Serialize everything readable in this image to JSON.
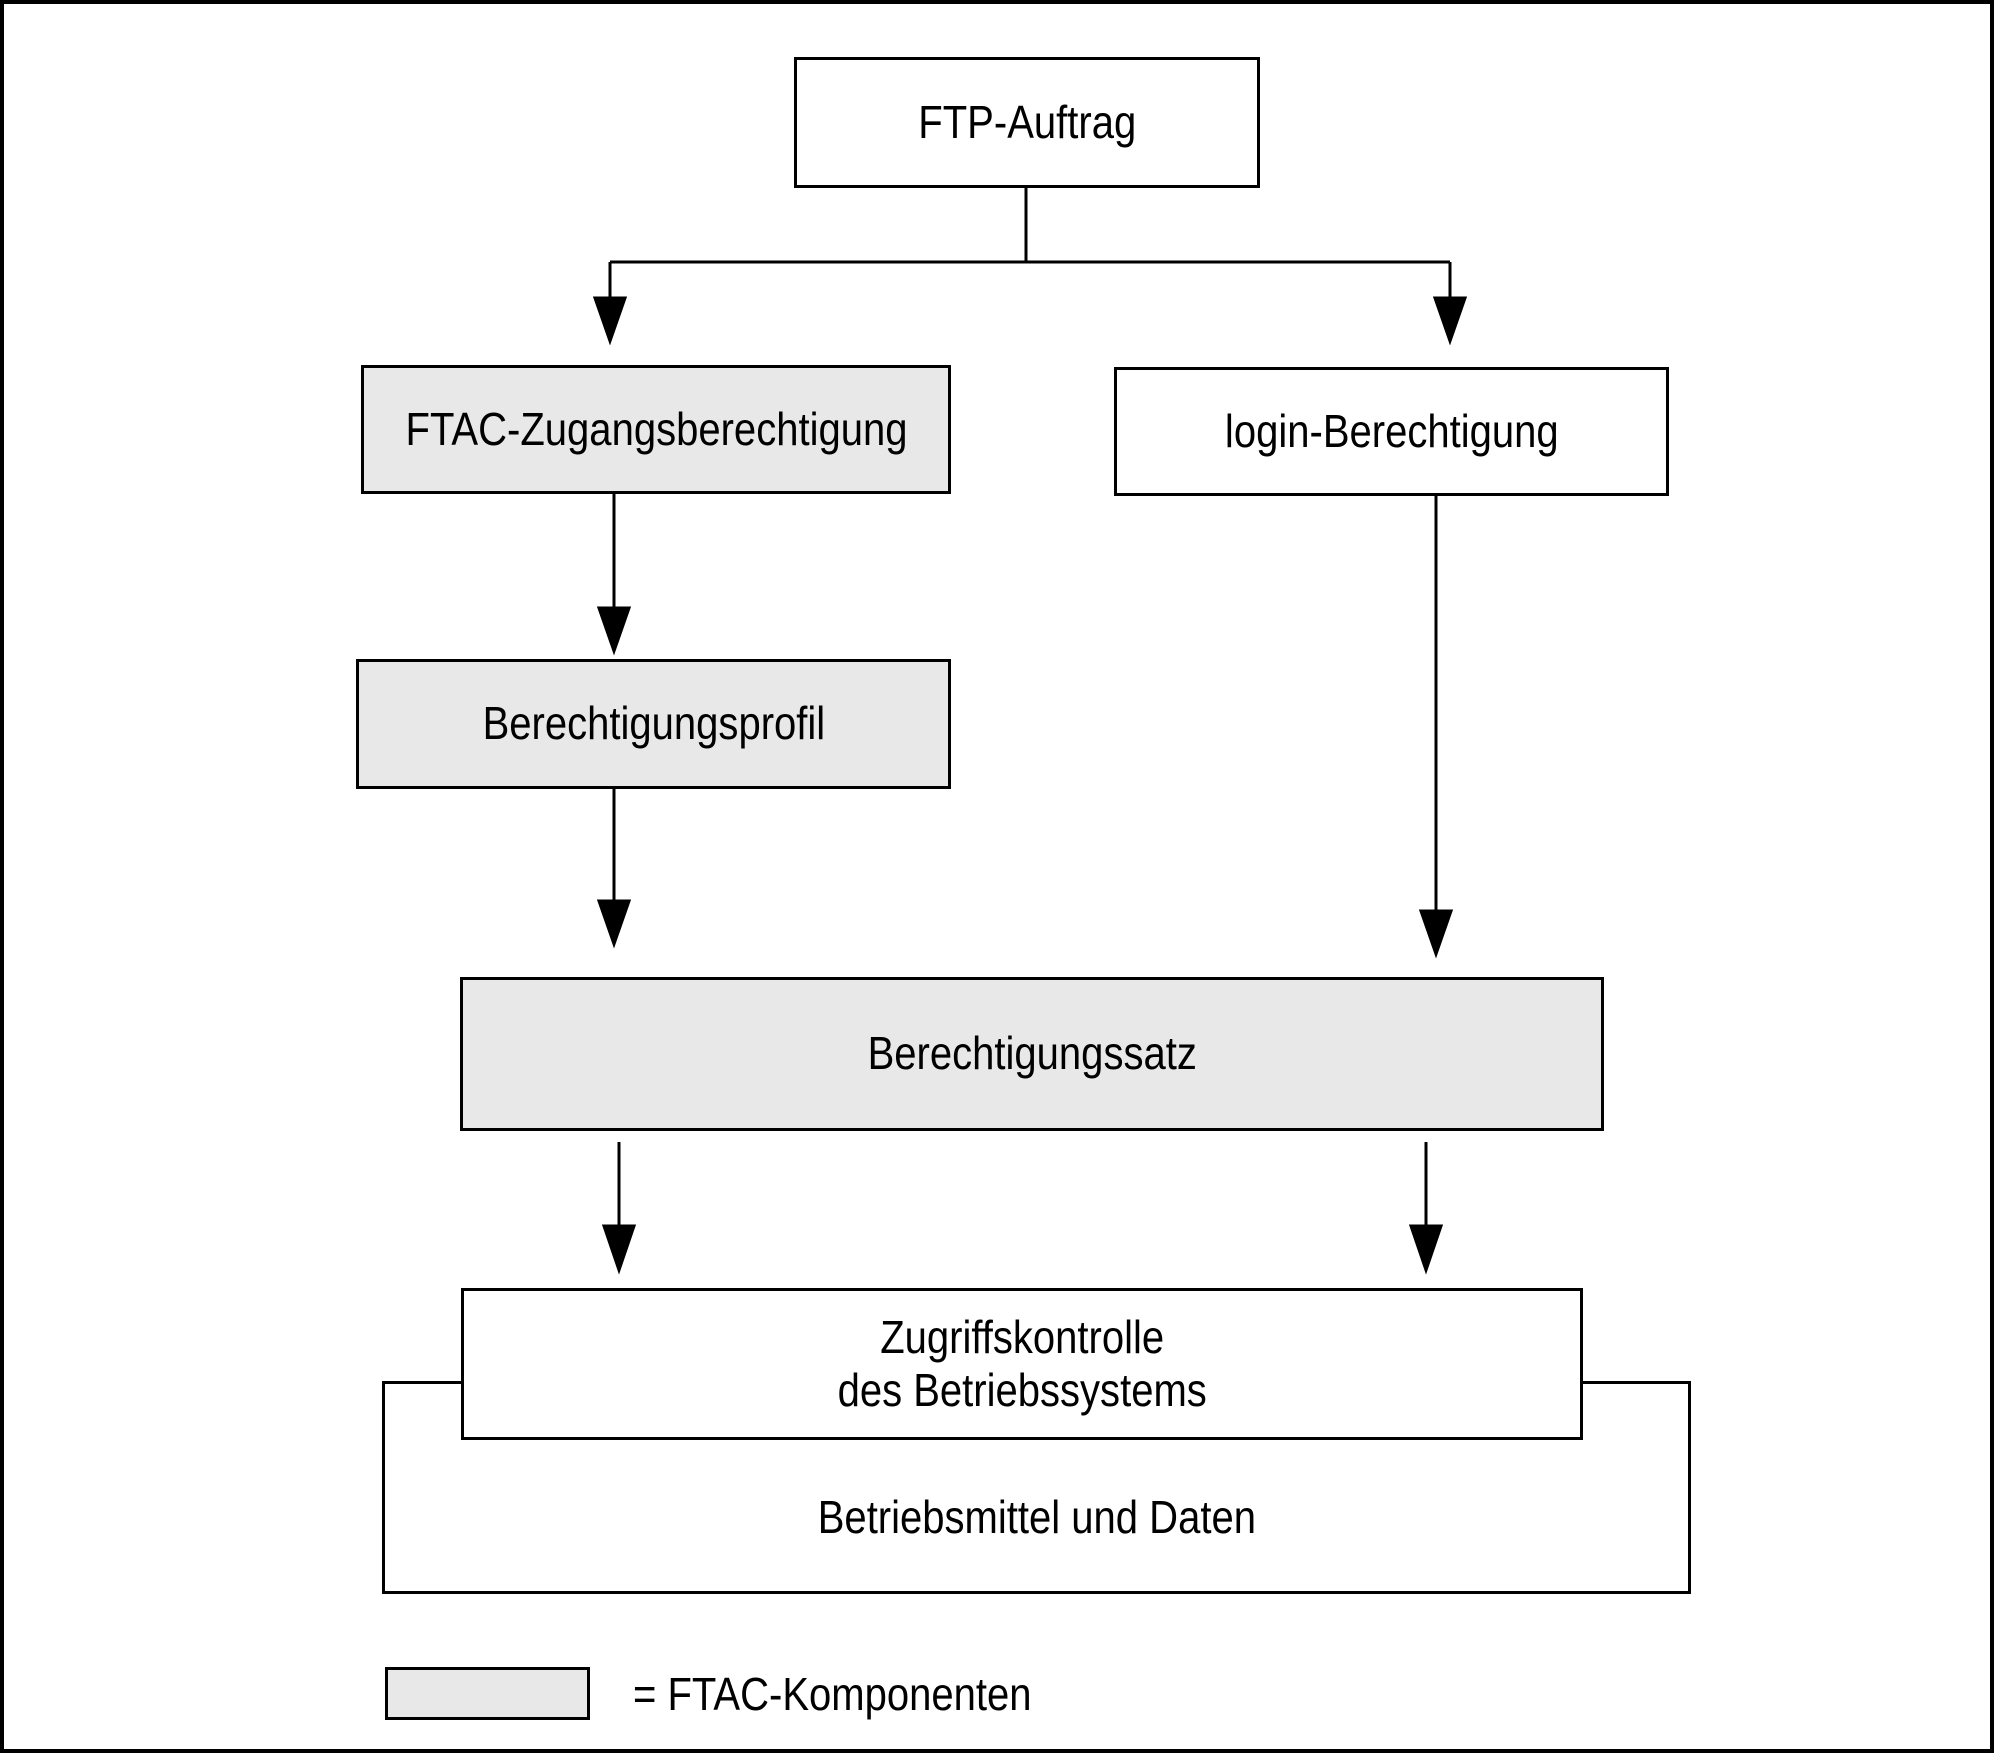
{
  "diagram": {
    "type": "flowchart",
    "colors": {
      "ftac_fill": "#e8e8e8",
      "plain_fill": "#ffffff",
      "stroke": "#000000",
      "text": "#000000",
      "background": "#ffffff"
    },
    "nodes": {
      "ftp_auftrag": {
        "label": "FTP-Auftrag",
        "is_ftac": false
      },
      "ftac_zugangsberechtigung": {
        "label": "FTAC-Zugangsberechtigung",
        "is_ftac": true
      },
      "login_berechtigung": {
        "label": "login-Berechtigung",
        "is_ftac": false
      },
      "berechtigungsprofil": {
        "label": "Berechtigungsprofil",
        "is_ftac": true
      },
      "berechtigungssatz": {
        "label": "Berechtigungssatz",
        "is_ftac": true
      },
      "zugriffskontrolle": {
        "label": "Zugriffskontrolle\ndes Betriebssystems",
        "is_ftac": false
      },
      "betriebsmittel": {
        "label": "Betriebsmittel und Daten",
        "is_ftac": false
      }
    },
    "edges": [
      {
        "from": "ftp_auftrag",
        "to": "ftac_zugangsberechtigung"
      },
      {
        "from": "ftp_auftrag",
        "to": "login_berechtigung"
      },
      {
        "from": "ftac_zugangsberechtigung",
        "to": "berechtigungsprofil"
      },
      {
        "from": "berechtigungsprofil",
        "to": "berechtigungssatz"
      },
      {
        "from": "login_berechtigung",
        "to": "berechtigungssatz"
      },
      {
        "from": "berechtigungssatz",
        "to": "zugriffskontrolle",
        "side": "left"
      },
      {
        "from": "berechtigungssatz",
        "to": "zugriffskontrolle",
        "side": "right"
      }
    ],
    "legend": {
      "label": "= FTAC-Komponenten",
      "swatch_meaning": "FTAC-Komponenten"
    }
  }
}
